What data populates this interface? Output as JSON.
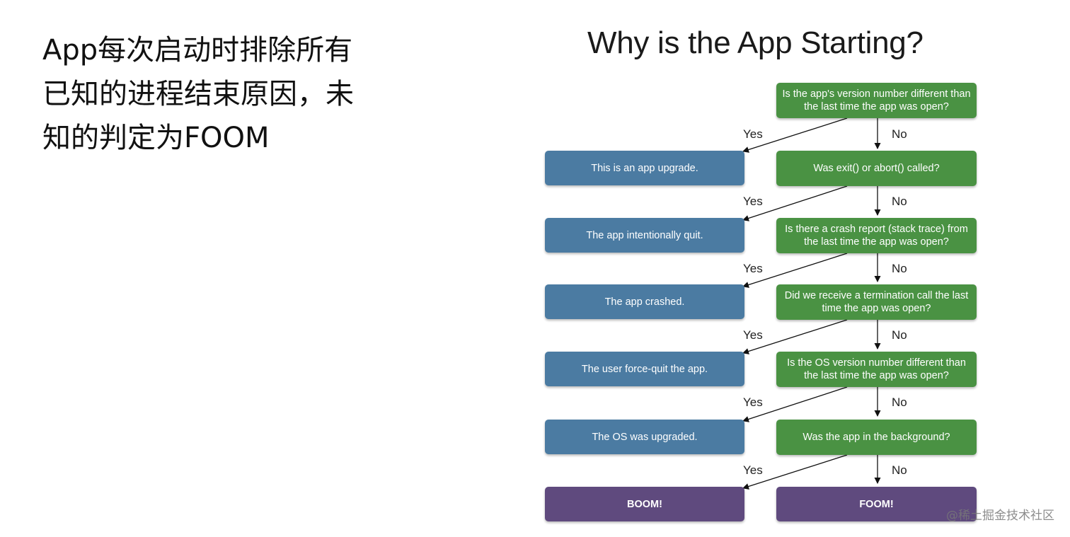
{
  "left_text": {
    "line1": "App每次启动时排除所有",
    "line2": "已知的进程结束原因，未",
    "line3": "知的判定为FOOM"
  },
  "flowchart": {
    "title": "Why is the App Starting?",
    "questions": [
      "Is the app's version number different than the last time the app was open?",
      "Was exit() or abort() called?",
      "Is there a crash report (stack trace) from the last time the app was open?",
      "Did we receive a termination call the last time the app was open?",
      "Is the OS version number different than the last time the app was open?",
      "Was the app in the background?"
    ],
    "outcomes": [
      "This is an app upgrade.",
      "The app intentionally quit.",
      "The app crashed.",
      "The user force-quit the app.",
      "The OS was upgraded.",
      "BOOM!"
    ],
    "final": "FOOM!",
    "yes_label": "Yes",
    "no_label": "No"
  },
  "watermark": "@稀土掘金技术社区",
  "colors": {
    "question": "#4a9243",
    "outcome": "#4b7ba2",
    "terminal": "#5f4a7e"
  }
}
